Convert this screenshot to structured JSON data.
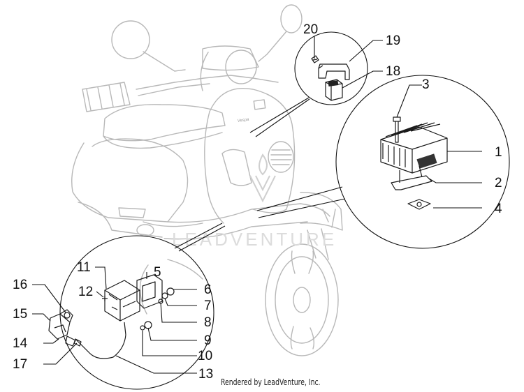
{
  "diagram": {
    "callouts": [
      "20",
      "19",
      "18",
      "3",
      "1",
      "2",
      "4",
      "5",
      "6",
      "7",
      "8",
      "9",
      "10",
      "11",
      "12",
      "13",
      "14",
      "15",
      "16",
      "17"
    ],
    "watermark": "LEADVENTURE",
    "credit": "Rendered by LeadVenture, Inc.",
    "scooter_badge": "Vespa",
    "colors": {
      "ghost_outline": "#b8b8b8",
      "part_outline": "#1a1a1a",
      "watermark": "#dcdcdc",
      "label": "#111111"
    }
  }
}
